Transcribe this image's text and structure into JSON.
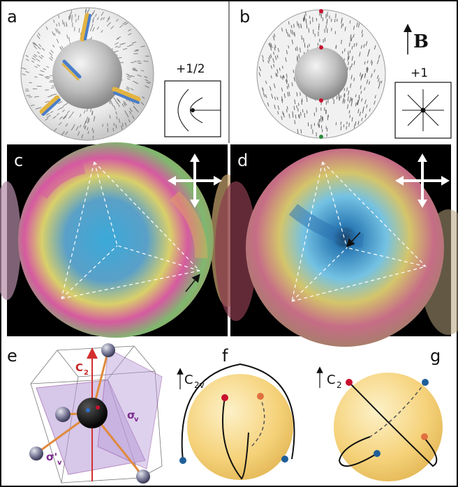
{
  "panels": {
    "a": {
      "label": "a",
      "defect_label": "+1/2"
    },
    "b": {
      "label": "b",
      "defect_label": "+1",
      "field_label": "B"
    },
    "c": {
      "label": "c"
    },
    "d": {
      "label": "d"
    },
    "e": {
      "label": "e",
      "axis_label": "C",
      "axis_sub": "2",
      "plane1_label": "σ",
      "plane1_sub": "v",
      "plane2_label": "σ'",
      "plane2_sub": "v"
    },
    "f": {
      "label": "f",
      "axis_label": "C",
      "axis_sub": "2v"
    },
    "g": {
      "label": "g",
      "axis_label": "C",
      "axis_sub": "2"
    }
  },
  "colors": {
    "red_point": "#c8102e",
    "orange_point": "#e07040",
    "blue_point": "#1f5f99",
    "sphere_fill": "#f5d27a",
    "mirror_plane": "#b79bd8",
    "c2_axis": "#d32f2f"
  }
}
